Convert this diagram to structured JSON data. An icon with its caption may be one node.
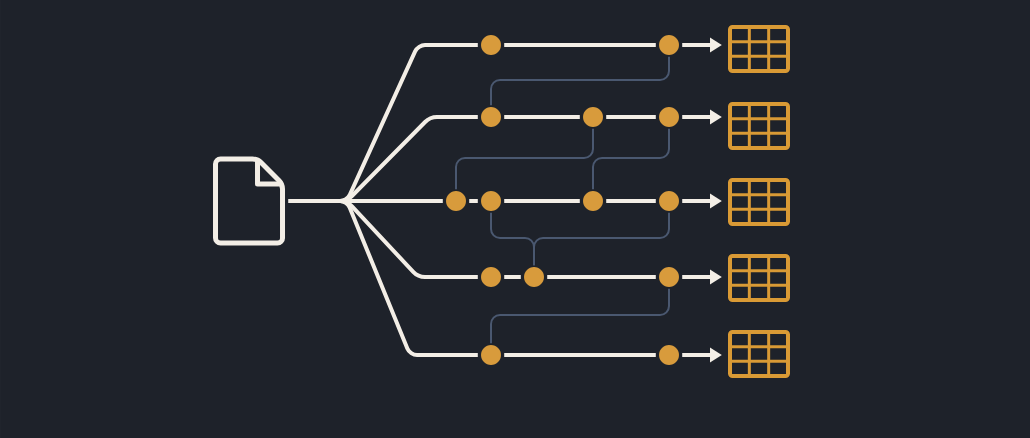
{
  "diagram": {
    "nodes": [
      {
        "text": [],
        "shape": "document"
      },
      {
        "text": [],
        "shape": "circle"
      },
      {
        "text": [],
        "shape": "circle"
      },
      {
        "text": [],
        "shape": "table"
      },
      {
        "text": [],
        "shape": "circle"
      },
      {
        "text": [],
        "shape": "circle"
      },
      {
        "text": [],
        "shape": "circle"
      },
      {
        "text": [],
        "shape": "table"
      },
      {
        "text": [],
        "shape": "circle"
      },
      {
        "text": [],
        "shape": "circle"
      },
      {
        "text": [],
        "shape": "circle"
      },
      {
        "text": [],
        "shape": "circle"
      },
      {
        "text": [],
        "shape": "table"
      },
      {
        "text": [],
        "shape": "circle"
      },
      {
        "text": [],
        "shape": "circle"
      },
      {
        "text": [],
        "shape": "circle"
      },
      {
        "text": [],
        "shape": "table"
      },
      {
        "text": [],
        "shape": "circle"
      },
      {
        "text": [],
        "shape": "circle"
      },
      {
        "text": [],
        "shape": "table"
      }
    ],
    "edges": [
      {
        "from": 0,
        "to": 1,
        "arrow": "none"
      },
      {
        "from": 0,
        "to": 4,
        "arrow": "none"
      },
      {
        "from": 0,
        "to": 8,
        "arrow": "none"
      },
      {
        "from": 0,
        "to": 13,
        "arrow": "none"
      },
      {
        "from": 0,
        "to": 17,
        "arrow": "none"
      },
      {
        "from": 1,
        "to": 2,
        "arrow": "none"
      },
      {
        "from": 2,
        "to": 3,
        "arrow": "to"
      },
      {
        "from": 4,
        "to": 5,
        "arrow": "none"
      },
      {
        "from": 5,
        "to": 6,
        "arrow": "none"
      },
      {
        "from": 6,
        "to": 7,
        "arrow": "to"
      },
      {
        "from": 8,
        "to": 9,
        "arrow": "none"
      },
      {
        "from": 9,
        "to": 10,
        "arrow": "none"
      },
      {
        "from": 10,
        "to": 11,
        "arrow": "none"
      },
      {
        "from": 11,
        "to": 12,
        "arrow": "to"
      },
      {
        "from": 13,
        "to": 14,
        "arrow": "none"
      },
      {
        "from": 14,
        "to": 15,
        "arrow": "none"
      },
      {
        "from": 15,
        "to": 16,
        "arrow": "to"
      },
      {
        "from": 17,
        "to": 18,
        "arrow": "none"
      },
      {
        "from": 18,
        "to": 19,
        "arrow": "to"
      },
      {
        "from": 2,
        "to": 4,
        "arrow": "none",
        "color": "#4a5870"
      },
      {
        "from": 5,
        "to": 8,
        "arrow": "none",
        "color": "#4a5870"
      },
      {
        "from": 6,
        "to": 10,
        "arrow": "none",
        "color": "#4a5870"
      },
      {
        "from": 9,
        "to": 14,
        "arrow": "none",
        "color": "#4a5870"
      },
      {
        "from": 11,
        "to": 14,
        "arrow": "none",
        "color": "#4a5870"
      },
      {
        "from": 15,
        "to": 17,
        "arrow": "none",
        "color": "#4a5870"
      }
    ]
  }
}
